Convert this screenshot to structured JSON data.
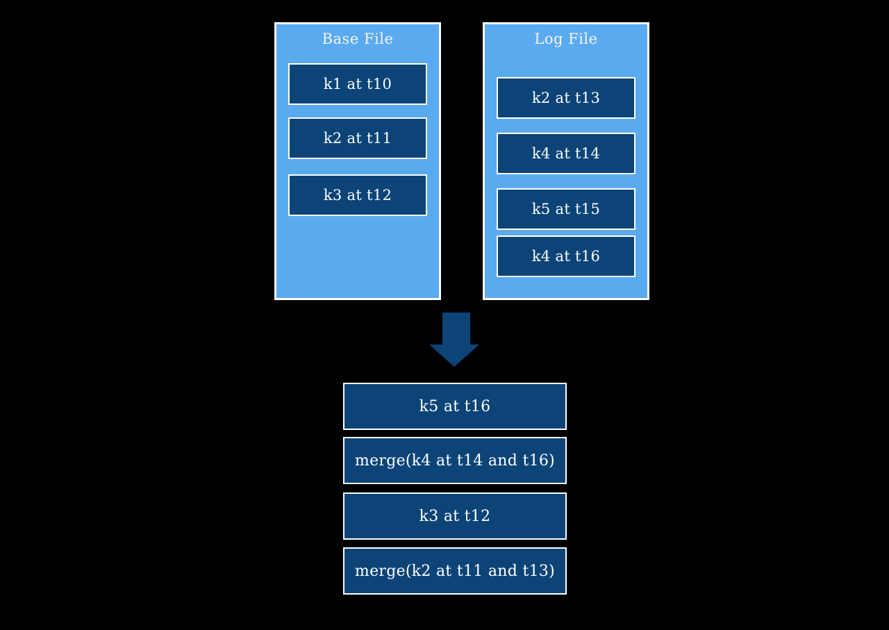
{
  "diagram": {
    "base_file": {
      "title": "Base File",
      "records": [
        "k1 at t10",
        "k2 at t11",
        "k3 at t12"
      ]
    },
    "log_file": {
      "title": "Log File",
      "records": [
        "k2 at t13",
        "k4 at t14",
        "k5 at t15",
        "k4 at t16"
      ]
    },
    "arrow_icon": "down-arrow",
    "merged_result": {
      "records": [
        "k5 at t16",
        "merge(k4 at t14 and t16)",
        "k3 at t12",
        "merge(k2 at t11 and t13)"
      ]
    }
  },
  "colors": {
    "background": "#000000",
    "file_fill": "#5AAAF0",
    "record_fill": "#0D4478",
    "arrow": "#0D4478",
    "border": "#FFFFFF",
    "text": "#FFFFFF",
    "title_text": "#F6F4E8"
  }
}
